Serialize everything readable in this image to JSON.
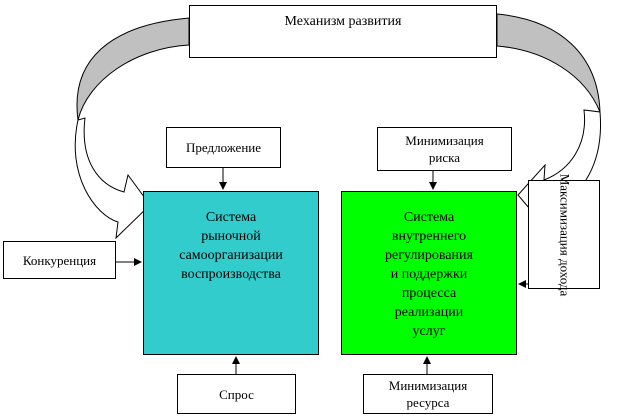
{
  "diagram": {
    "top": {
      "label": "Механизм развития"
    },
    "inputs": {
      "offer": "Предложение",
      "risk": "Минимизация\nриска",
      "competition": "Конкуренция",
      "demand": "Спрос",
      "resource": "Минимизация\nресурса",
      "income": "Максимизация\nдохода"
    },
    "systems": {
      "market": "Система\nрыночной\nсамоорганизации\nвоспроизводства",
      "internal": "Система\nвнутреннего\nрегулирования\nи поддержки\nпроцесса\nреализации\nуслуг"
    },
    "colors": {
      "market": "#33cccc",
      "internal": "#00ff00",
      "arrow_shade": "#c0c0c0"
    }
  }
}
